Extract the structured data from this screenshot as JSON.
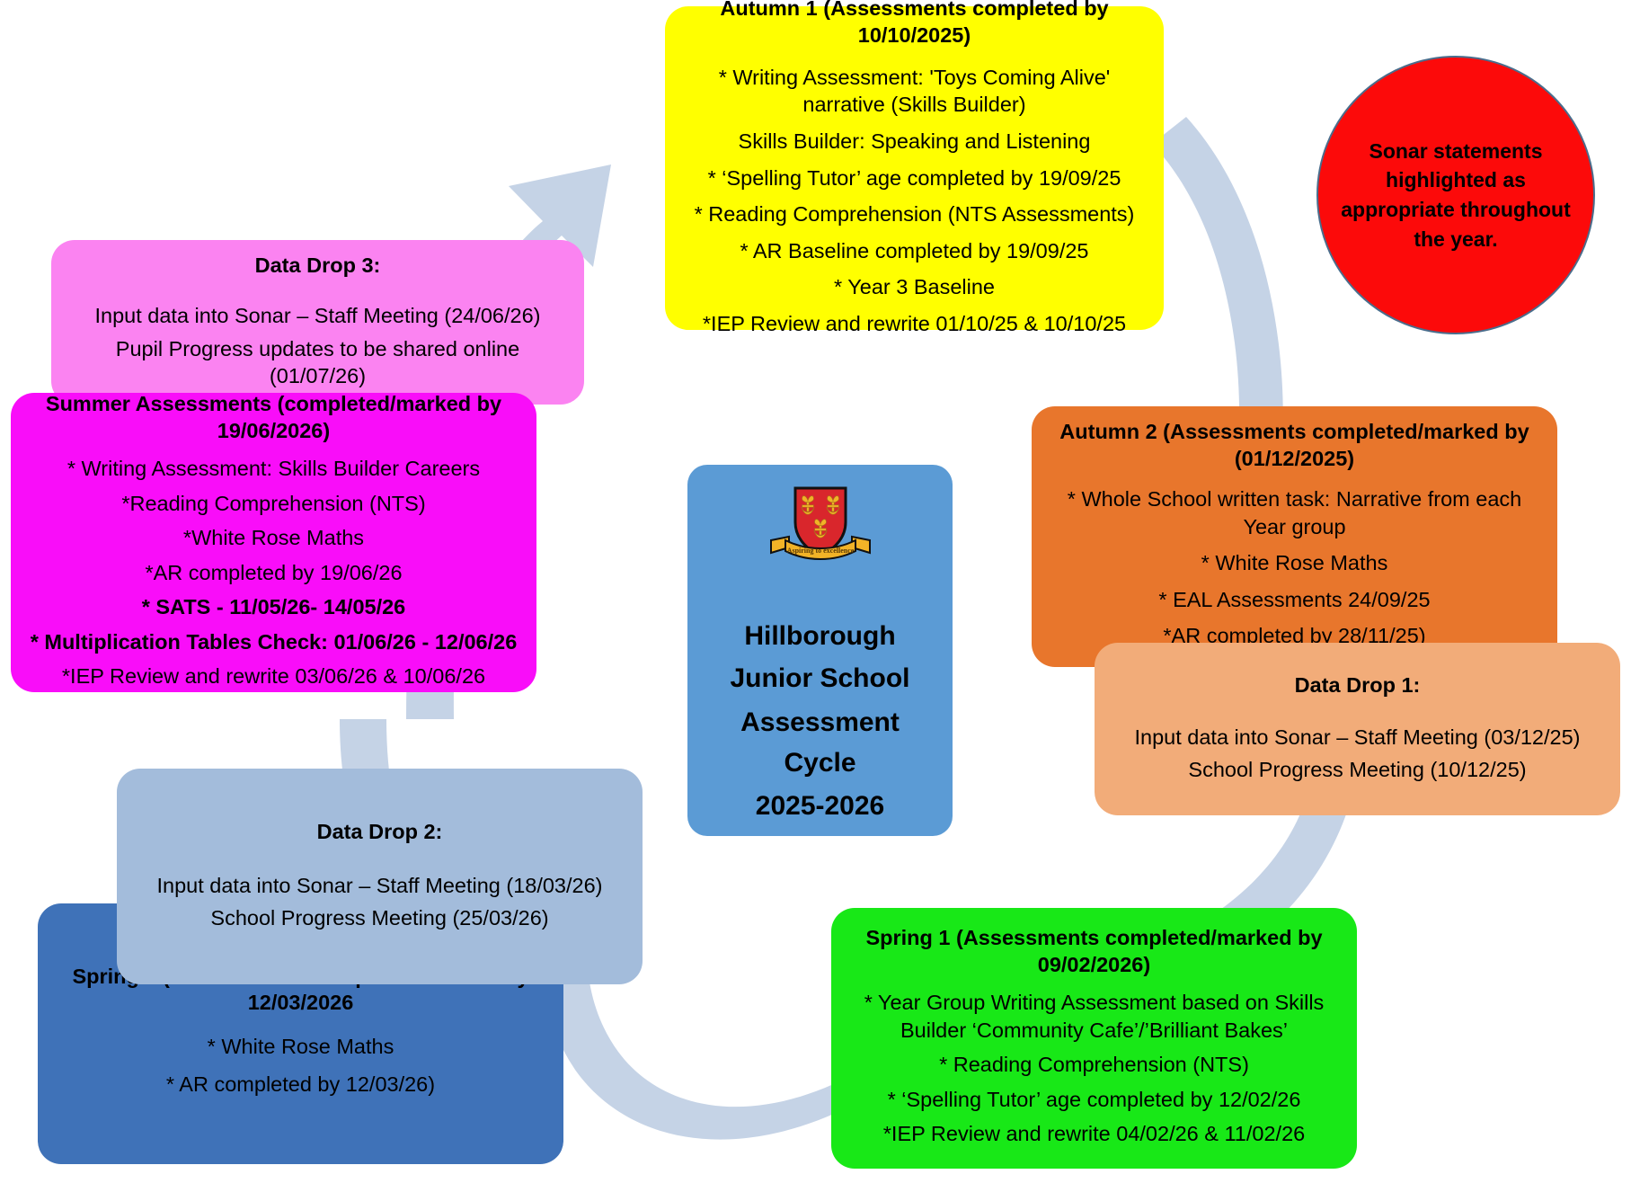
{
  "center": {
    "crest_alt": "school-crest",
    "crest_motto": "Aspiring to excellence",
    "line1": "Hillborough",
    "line2": "Junior School",
    "line3": "Assessment Cycle",
    "line4": "2025-2026",
    "color": "#5b9bd5"
  },
  "sonar_note": {
    "text": "Sonar statements highlighted as appropriate throughout the year.",
    "color": "#fc0a0a",
    "border_color": "#4a6d8c"
  },
  "nodes": {
    "autumn1": {
      "color": "#ffff00",
      "title": "Autumn 1 (Assessments completed by 10/10/2025)",
      "lines": [
        "* Writing Assessment: 'Toys Coming Alive' narrative (Skills Builder)",
        "Skills Builder: Speaking and Listening",
        "* ‘Spelling Tutor’ age completed by 19/09/25",
        "* Reading Comprehension (NTS Assessments)",
        "* AR Baseline completed by 19/09/25",
        "* Year 3 Baseline",
        "*IEP Review and rewrite 01/10/25 & 10/10/25"
      ]
    },
    "autumn2": {
      "color": "#e8762c",
      "title": "Autumn 2 (Assessments completed/marked by (01/12/2025)",
      "lines": [
        "* Whole School written task: Narrative from each Year group",
        "* White Rose Maths",
        "* EAL Assessments 24/09/25",
        "*AR completed by 28/11/25)"
      ]
    },
    "datadrop1": {
      "color": "#f2ac79",
      "title": "Data Drop 1:",
      "lines": [
        "Input data into Sonar – Staff Meeting (03/12/25)",
        "School Progress Meeting (10/12/25)"
      ]
    },
    "spring1": {
      "color": "#18e817",
      "title": "Spring 1 (Assessments completed/marked by 09/02/2026)",
      "lines": [
        "* Year Group Writing Assessment based on Skills Builder ‘Community Cafe’/’Brilliant Bakes’",
        "* Reading Comprehension (NTS)",
        "* ‘Spelling Tutor’ age completed by 12/02/26",
        "*IEP Review and rewrite 04/02/26 & 11/02/26"
      ]
    },
    "spring2": {
      "color": "#3f72b8",
      "title": "Spring 2 (Assessments completed/marked by 12/03/2026",
      "lines": [
        "* White Rose Maths",
        "* AR completed by 12/03/26)"
      ]
    },
    "datadrop2": {
      "color": "#a3bcdb",
      "title": "Data Drop 2:",
      "lines": [
        "Input data into Sonar – Staff Meeting (18/03/26)",
        "School Progress Meeting (25/03/26)"
      ]
    },
    "summer": {
      "color": "#f90df9",
      "title": "Summer Assessments (completed/marked by 19/06/2026)",
      "lines": [
        "* Writing Assessment: Skills Builder Careers",
        "*Reading Comprehension (NTS)",
        "*White Rose Maths",
        "*AR completed by 19/06/26",
        "* SATS - 11/05/26- 14/05/26",
        "* Multiplication Tables Check: 01/06/26 - 12/06/26",
        "*IEP Review and rewrite 03/06/26 & 10/06/26"
      ]
    },
    "datadrop3": {
      "color": "#fb83f1",
      "title": "Data Drop 3:",
      "lines": [
        "Input data into Sonar – Staff Meeting (24/06/26)",
        "Pupil Progress updates to be shared online (01/07/26)"
      ]
    }
  },
  "arrows": {
    "color": "#c5d3e6"
  }
}
